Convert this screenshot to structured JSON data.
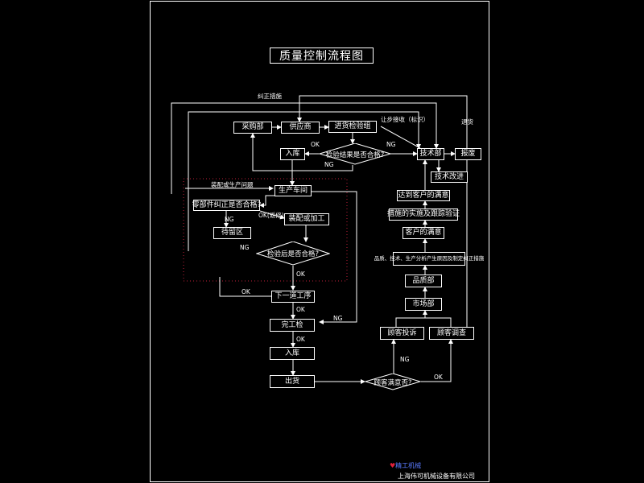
{
  "title": "质量控制流程图",
  "nodes": {
    "purchasing": "采购部",
    "supplier": "供应商",
    "incoming_inspection": "进货检验组",
    "warehouse_in_top": "入库",
    "tech_dept": "技术部",
    "scrap": "报废",
    "tech_improve": "技术改进",
    "production_workshop": "生产车间",
    "parts_correct_check": "零部件纠正是否合格?",
    "pending_area": "待留区",
    "assembly_process": "装配或加工",
    "next_process": "下一道工序",
    "final_inspection": "完工检",
    "warehouse_in": "入库",
    "shipment": "出货",
    "customer_satisfaction_q": "顾客满意否?",
    "customer_complaint": "顾客投诉",
    "customer_survey": "顾客调查",
    "market_dept": "市场部",
    "quality_dept": "品质部",
    "analysis_box": "品质、技术、生产分析产生原因及制定纠正措施",
    "customer_feedback": "客户的满意",
    "measures_tracking": "措施的实施及跟踪验证",
    "reach_satisfaction": "达到客户的满意",
    "incoming_pass_q": "检验结果是否合格?",
    "post_assembly_q": "检验后是否合格?"
  },
  "labels": {
    "corrective_measures": "纠正措施",
    "concession": "让步接收（标识）",
    "return_label": "退货",
    "ok_warehouse": "OK",
    "ng_incoming": "NG",
    "ng_incoming2": "NG",
    "assembly_issue": "装配或生产问题",
    "ng_parts": "NG",
    "ok_parts": "OK(返修)",
    "ng_post": "NG",
    "ok_post": "OK",
    "ok_next": "OK",
    "ok_final": "OK",
    "ng_final": "NG",
    "ok_warehouse2": "OK",
    "ng_customer": "NG",
    "ok_customer": "OK"
  },
  "brand": {
    "logo_text": "精工机械",
    "company": "上海伟可机械设备有限公司"
  }
}
